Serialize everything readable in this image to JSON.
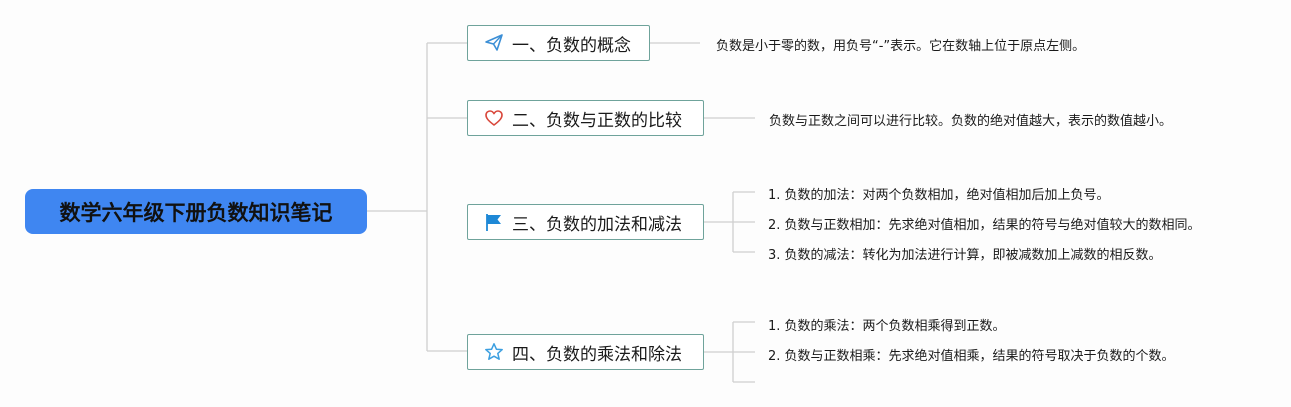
{
  "root": {
    "title": "数学六年级下册负数知识笔记"
  },
  "branches": [
    {
      "label": "一、负数的概念",
      "icon": "paper-plane-icon",
      "notes": [
        "负数是小于零的数，用负号“-”表示。它在数轴上位于原点左侧。"
      ]
    },
    {
      "label": "二、负数与正数的比较",
      "icon": "heart-icon",
      "notes": [
        "负数与正数之间可以进行比较。负数的绝对值越大，表示的数值越小。"
      ]
    },
    {
      "label": "三、负数的加法和减法",
      "icon": "flag-icon",
      "notes": [
        "1. 负数的加法：对两个负数相加，绝对值相加后加上负号。",
        "2. 负数与正数相加：先求绝对值相加，结果的符号与绝对值较大的数相同。",
        "3. 负数的减法：转化为加法进行计算，即被减数加上减数的相反数。"
      ]
    },
    {
      "label": "四、负数的乘法和除法",
      "icon": "star-icon",
      "notes": [
        "1. 负数的乘法：两个负数相乘得到正数。",
        "2. 负数与正数相乘：先求绝对值相乘，结果的符号取决于负数的个数。"
      ]
    }
  ],
  "colors": {
    "root": "#3f86f1",
    "branch_border": "#6fa39b",
    "connector": "#cfcfcf",
    "plane": "#3c8fd6",
    "heart": "#d9473b",
    "flag": "#1e88d6",
    "star": "#3c9fe0"
  }
}
